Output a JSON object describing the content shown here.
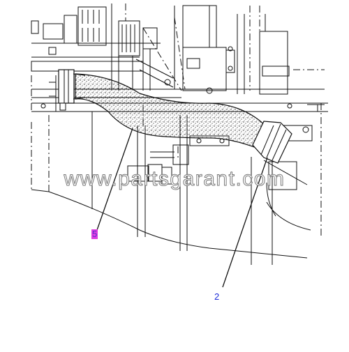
{
  "diagram": {
    "callouts": [
      {
        "id": "callout-5",
        "label": "5"
      },
      {
        "id": "callout-2",
        "label": "2"
      }
    ],
    "watermark": "www.partsgarant.com"
  }
}
